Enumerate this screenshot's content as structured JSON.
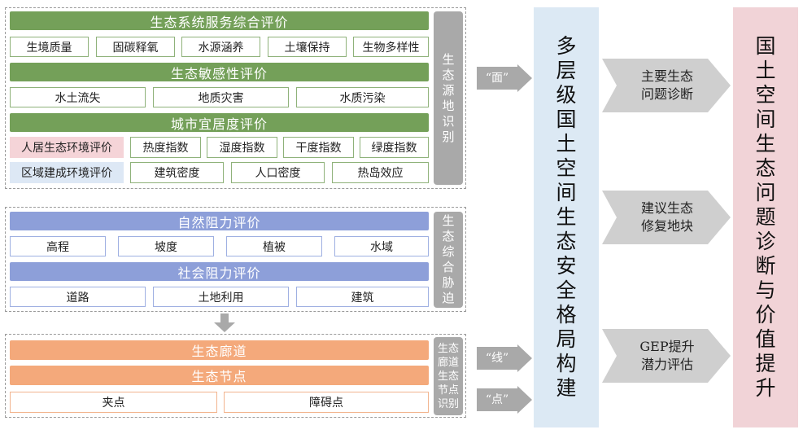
{
  "panel1": {
    "bars": [
      "生态系统服务综合评价",
      "生态敏感性评价",
      "城市宜居度评价"
    ],
    "row1": [
      "生境质量",
      "固碳释氧",
      "水源涵养",
      "土壤保持",
      "生物多样性"
    ],
    "row2": [
      "水土流失",
      "地质灾害",
      "水质污染"
    ],
    "row3_label": "人居生态环境评价",
    "row3": [
      "热度指数",
      "湿度指数",
      "干度指数",
      "绿度指数"
    ],
    "row4_label": "区域建成环境评价",
    "row4": [
      "建筑密度",
      "人口密度",
      "热岛效应"
    ],
    "side": [
      "生",
      "态",
      "源",
      "地",
      "识",
      "别"
    ]
  },
  "panel2": {
    "bars": [
      "自然阻力评价",
      "社会阻力评价"
    ],
    "row1": [
      "高程",
      "坡度",
      "植被",
      "水域"
    ],
    "row2": [
      "道路",
      "土地利用",
      "建筑"
    ],
    "side": [
      "生",
      "态",
      "综",
      "合",
      "胁",
      "迫"
    ]
  },
  "panel3": {
    "bars": [
      "生态廊道",
      "生态节点"
    ],
    "row1": [
      "夹点",
      "障碍点"
    ],
    "side": [
      "生态",
      "廊道",
      "生态",
      "节点",
      "识别"
    ]
  },
  "arrows": {
    "mian": "“面”",
    "xian": "“线”",
    "dian": "“点”"
  },
  "center_column": [
    "多",
    "层",
    "级",
    "国",
    "土",
    "空",
    "间",
    "生",
    "态",
    "安",
    "全",
    "格",
    "局",
    "构",
    "建"
  ],
  "outputs": [
    [
      "主要生态",
      "问题诊断"
    ],
    [
      "建议生态",
      "修复地块"
    ],
    [
      "GEP提升",
      "潜力评估"
    ]
  ],
  "right_column": [
    "国",
    "土",
    "空",
    "间",
    "生",
    "态",
    "问",
    "题",
    "诊",
    "断",
    "与",
    "价",
    "值",
    "提",
    "升"
  ],
  "colors": {
    "green": "#74a059",
    "blue": "#8d9fd9",
    "orange": "#f4a97b",
    "gray": "#a9a9a9",
    "center_bg": "#dce9f4",
    "right_bg": "#f1d3d7"
  }
}
